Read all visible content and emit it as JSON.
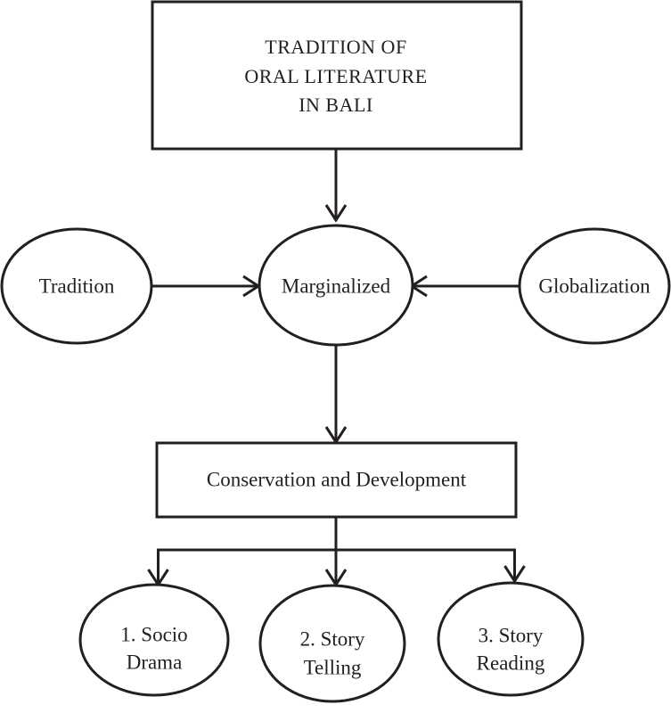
{
  "diagram": {
    "title_box": {
      "lines": [
        "TRADITION OF",
        "ORAL LITERATURE",
        "IN BALI"
      ]
    },
    "nodes": {
      "tradition": {
        "label": "Tradition"
      },
      "marginalized": {
        "label": "Marginalized"
      },
      "globalization": {
        "label": "Globalization"
      },
      "conservation": {
        "label": "Conservation and Development"
      },
      "socio_drama": {
        "lines": [
          "1. Socio",
          "Drama"
        ]
      },
      "story_telling": {
        "lines": [
          "2. Story",
          "Telling"
        ]
      },
      "story_reading": {
        "lines": [
          "3. Story",
          "Reading"
        ]
      }
    },
    "edges": [
      {
        "from": "title_box",
        "to": "marginalized"
      },
      {
        "from": "tradition",
        "to": "marginalized"
      },
      {
        "from": "globalization",
        "to": "marginalized"
      },
      {
        "from": "marginalized",
        "to": "conservation"
      },
      {
        "from": "conservation",
        "to": "socio_drama"
      },
      {
        "from": "conservation",
        "to": "story_telling"
      },
      {
        "from": "conservation",
        "to": "story_reading"
      }
    ],
    "colors": {
      "stroke": "#231f20",
      "background": "#ffffff"
    }
  }
}
